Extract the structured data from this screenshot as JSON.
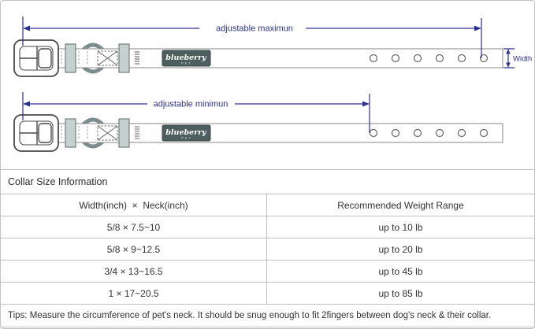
{
  "colors": {
    "dimension_navy": "#2d3192",
    "label_background": "#4d5e5e",
    "keeper_gray": "#c5d1ce",
    "ring_gray": "#7d8c8c",
    "table_border": "#bfbfbf"
  },
  "diagram": {
    "max_label": "adjustable maximun",
    "min_label": "adjustable minimun",
    "width_label": "Width",
    "brand": {
      "name": "blueberry",
      "sub": "PET"
    },
    "holes_per_collar": 6
  },
  "table": {
    "title": "Collar Size Information",
    "columns": {
      "size": "Width(inch)  ×  Neck(inch)",
      "weight": "Recommended Weight Range"
    },
    "rows": [
      {
        "size": "5/8 × 7.5~10",
        "weight": "up to 10 lb"
      },
      {
        "size": "5/8 × 9~12.5",
        "weight": "up to 20 lb"
      },
      {
        "size": "3/4 × 13~16.5",
        "weight": "up to 45 lb"
      },
      {
        "size": "1 × 17~20.5",
        "weight": "up to 85 lb"
      }
    ],
    "tips": "Tips: Measure the circumference of pet's neck. It should be snug enough to fit 2fingers between dog's neck & their collar."
  }
}
